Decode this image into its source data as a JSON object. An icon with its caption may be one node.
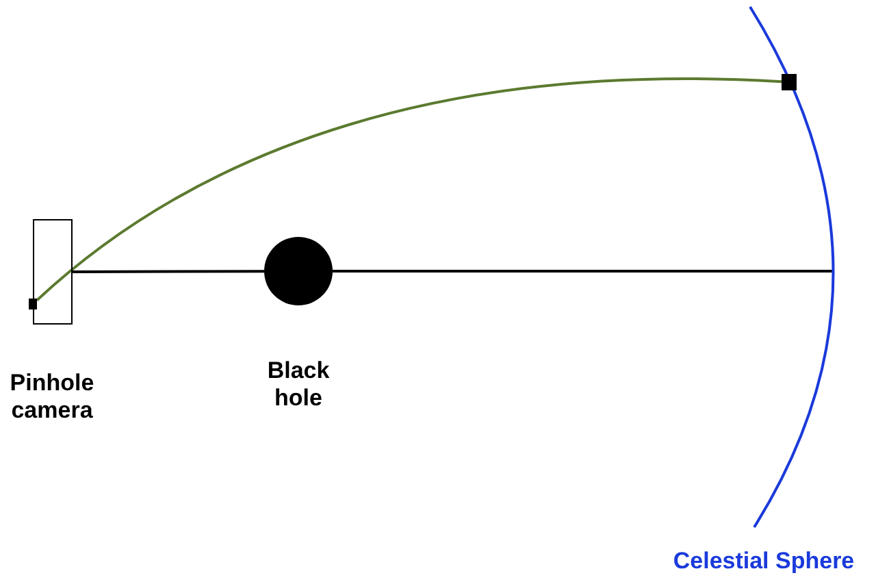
{
  "diagram": {
    "nodes": [
      {
        "text": [
          "Pinhole camera"
        ]
      },
      {
        "text": [
          "Black hole"
        ]
      },
      {
        "text": [
          "Celestial Sphere"
        ]
      },
      {
        "text": [],
        "shape": "box",
        "in": 2
      },
      {
        "text": [],
        "shape": "box",
        "in": 0
      }
    ],
    "edges": [
      {
        "from": 4,
        "to": 3,
        "arrow": "none",
        "color": "#5b7a2f"
      },
      {
        "from": 0,
        "to": 1,
        "arrow": "none"
      },
      {
        "from": 1,
        "to": 2,
        "arrow": "none"
      }
    ]
  }
}
